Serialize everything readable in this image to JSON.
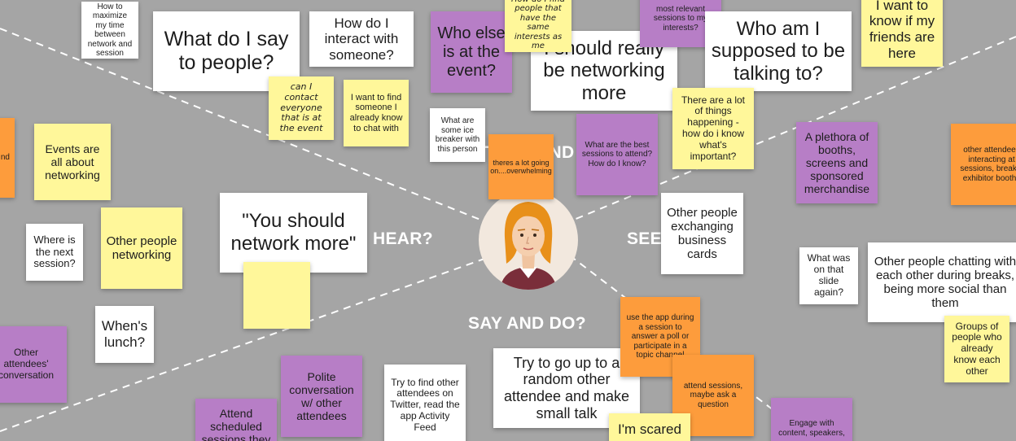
{
  "labels": {
    "think_feel": "THINK AND FEEL?",
    "hear": "HEAR?",
    "see": "SEE?",
    "say_do": "SAY AND DO?"
  },
  "avatar": {
    "icon": "woman-persona-icon",
    "hair_color": "#e8901a",
    "shirt_color": "#7a2e3a"
  },
  "colors": {
    "board_background": "#a5a5a5",
    "note_white": "#ffffff",
    "note_yellow": "#fff79a",
    "note_purple": "#b77ec6",
    "note_orange": "#fd9c3c"
  },
  "notes": {
    "n01": "How to maximize my time between network and session",
    "n02": "What do I say to people?",
    "n03": "How do I interact with someone?",
    "n04": "Who else is at the event?",
    "n05": "I should really be networking more",
    "n06": "How do I find people that have the same interests as me",
    "n07": "most relevant sessions to my interests?",
    "n08": "Who am I supposed to be talking to?",
    "n09": "I want to know if my friends are here",
    "n10": "can I contact everyone that is at the event",
    "n11": "I want to find someone I already know to chat with",
    "n12": "What are some ice breaker with this person",
    "n13": "theres a lot going on....overwhelming",
    "n14": "What are the best sessions to attend? How do I know?",
    "n15": "There are a lot of things happening - how do i know what's important?",
    "n16": "nd",
    "n17": "Events are all about networking",
    "n18": "Where is the next session?",
    "n19": "Other people networking",
    "n20": "When's lunch?",
    "n21": "\"You should network more\"",
    "n22": "A plethora of booths, screens and sponsored merchandise",
    "n23": "other attendees interacting at sessions, breaks, exhibitor booths",
    "n24": "Other people exchanging business cards",
    "n25": "What was on that slide again?",
    "n26": "Other people chatting with each other during breaks, being more social than them",
    "n27": "Groups of people who already know each other",
    "n28": "Other attendees' conversation",
    "n29": "Polite conversation w/ other attendees",
    "n30": "Attend scheduled sessions they",
    "n31": "Try to find other attendees on Twitter, read the app Activity Feed",
    "n32": "Try to go up to a random other attendee and make small talk",
    "n33": "use the app during a session to answer a poll or participate in a topic channel",
    "n34": "attend sessions, maybe ask a question",
    "n35": "I'm scared",
    "n36": "Engage with content, speakers,"
  }
}
